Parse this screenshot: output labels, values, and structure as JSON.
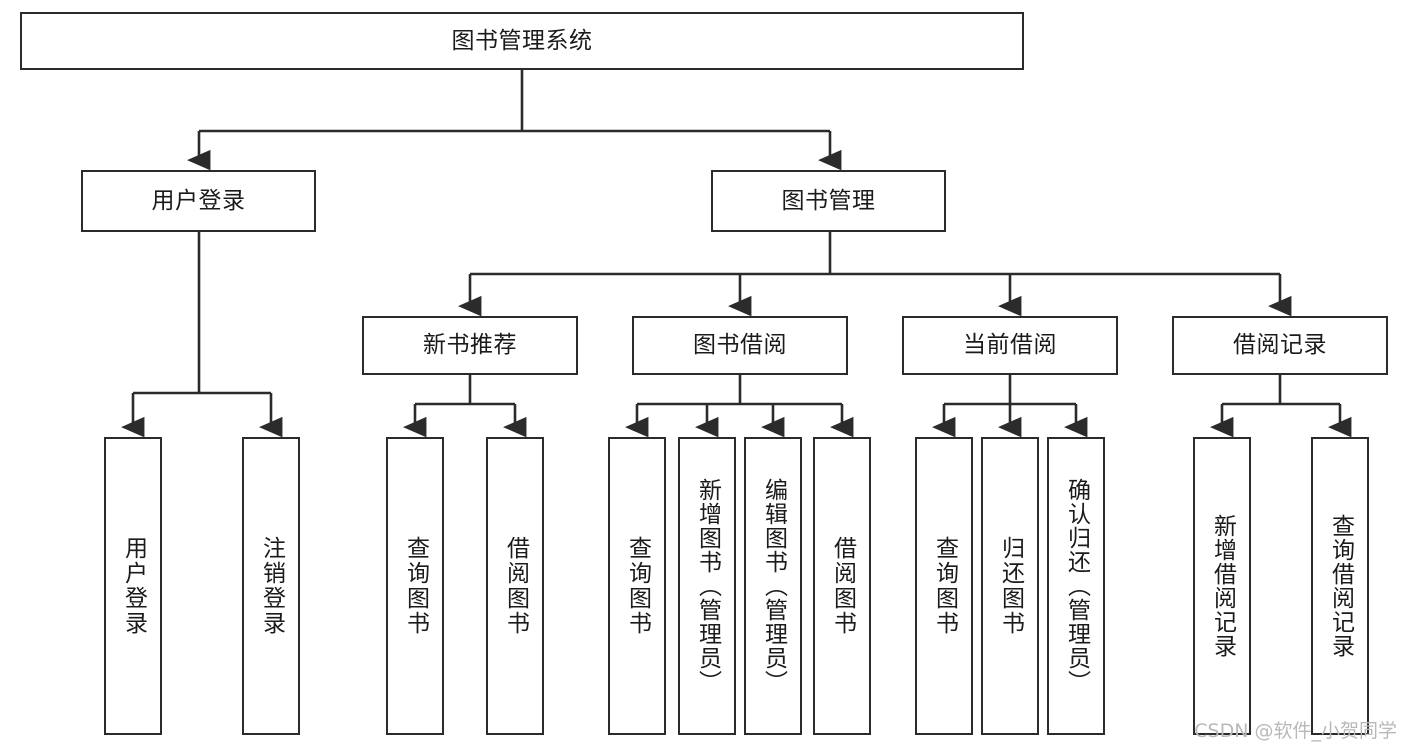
{
  "diagram": {
    "title": "图书管理系统",
    "type": "tree-hierarchy",
    "orientation": "top-down",
    "colors": {
      "box_border": "#2b2b2b",
      "box_fill": "#ffffff",
      "edge": "#2b2b2b",
      "text": "#1b1b1b",
      "watermark": "#b9b9b9"
    },
    "nodes": {
      "root": {
        "label": "图书管理系统"
      },
      "level2": [
        {
          "id": "user-login",
          "label": "用户登录"
        },
        {
          "id": "book-manage",
          "label": "图书管理"
        }
      ],
      "level3": [
        {
          "id": "new-book-rec",
          "label": "新书推荐"
        },
        {
          "id": "book-borrow",
          "label": "图书借阅"
        },
        {
          "id": "current-borrow",
          "label": "当前借阅"
        },
        {
          "id": "borrow-record",
          "label": "借阅记录"
        }
      ],
      "leaves": [
        {
          "id": "leaf-user-login",
          "label": "用户登录",
          "parent": "user-login"
        },
        {
          "id": "leaf-logout",
          "label": "注销登录",
          "parent": "user-login"
        },
        {
          "id": "leaf-query-book-1",
          "label": "查询图书",
          "parent": "new-book-rec"
        },
        {
          "id": "leaf-borrow-book-1",
          "label": "借阅图书",
          "parent": "new-book-rec"
        },
        {
          "id": "leaf-query-book-2",
          "label": "查询图书",
          "parent": "book-borrow"
        },
        {
          "id": "leaf-add-book",
          "label": "新增图书（管理员）",
          "parent": "book-borrow"
        },
        {
          "id": "leaf-edit-book",
          "label": "编辑图书（管理员）",
          "parent": "book-borrow"
        },
        {
          "id": "leaf-borrow-book-2",
          "label": "借阅图书",
          "parent": "book-borrow"
        },
        {
          "id": "leaf-query-book-3",
          "label": "查询图书",
          "parent": "current-borrow"
        },
        {
          "id": "leaf-return-book",
          "label": "归还图书",
          "parent": "current-borrow"
        },
        {
          "id": "leaf-confirm-return",
          "label": "确认归还（管理员）",
          "parent": "current-borrow"
        },
        {
          "id": "leaf-add-record",
          "label": "新增借阅记录",
          "parent": "borrow-record"
        },
        {
          "id": "leaf-query-record",
          "label": "查询借阅记录",
          "parent": "borrow-record"
        }
      ]
    },
    "watermark": "CSDN @软件_小贺同学"
  }
}
